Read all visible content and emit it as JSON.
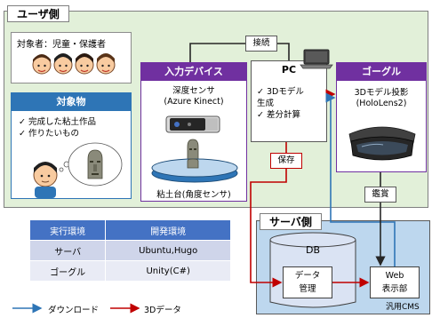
{
  "user_side": {
    "title": "ユーザ側",
    "target_people": "対象者：児童・保護者",
    "object_title": "対象物",
    "object_items": [
      "完成した粘土作品",
      "作りたいもの"
    ]
  },
  "input_device": {
    "title": "入力デバイス",
    "sensor_label": "深度センサ\n(Azure Kinect)",
    "platform_label": "粘土台(角度センサ)"
  },
  "connection_label": "接続",
  "pc": {
    "title": "PC",
    "items": [
      "3Dモデル\n生成",
      "差分計算"
    ]
  },
  "save_label": "保存",
  "goggle": {
    "title": "ゴーグル",
    "projection_label": "3Dモデル投影\n(HoloLens2)"
  },
  "view_label": "鑑賞",
  "server_side": {
    "title": "サーバ側",
    "db_label": "DB",
    "data_mgmt_label": "データ\n管理",
    "web_label": "Web\n表示部",
    "cms_label": "汎用CMS"
  },
  "env_table": {
    "headers": [
      "実行環境",
      "開発環境"
    ],
    "rows": [
      [
        "サーバ",
        "Ubuntu,Hugo"
      ],
      [
        "ゴーグル",
        "Unity(C#)"
      ]
    ]
  },
  "legend": {
    "download_label": "ダウンロード",
    "data3d_label": "3Dデータ",
    "download_color": "#2e75b6",
    "data3d_color": "#c00000"
  }
}
